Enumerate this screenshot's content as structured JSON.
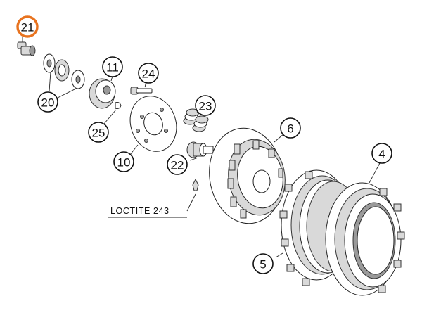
{
  "callouts": {
    "c21": "21",
    "c20": "20",
    "c11": "11",
    "c24": "24",
    "c25": "25",
    "c10": "10",
    "c23": "23",
    "c22": "22",
    "c6": "6",
    "c4": "4",
    "c5": "5"
  },
  "note": {
    "loctite": "LOCTITE 243"
  },
  "colors": {
    "highlight": "#e8731f",
    "line": "#222222",
    "fill_light": "#d9d9d9",
    "fill_dark": "#9a9a9a"
  }
}
